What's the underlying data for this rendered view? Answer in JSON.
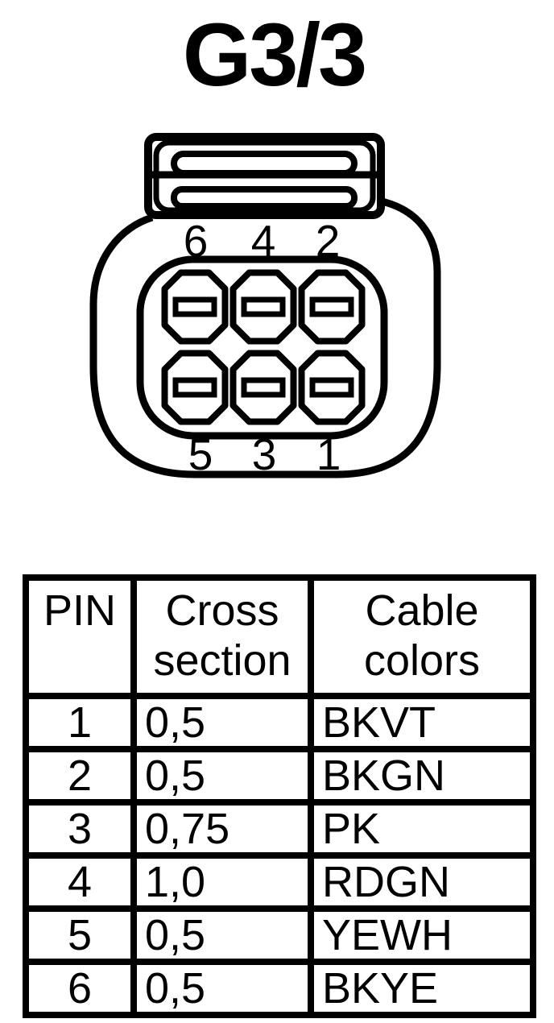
{
  "title": "G3/3",
  "colors": {
    "ink": "#000000",
    "background": "#ffffff"
  },
  "connector": {
    "name": "6-pin connector front view",
    "top_pin_labels": [
      "6",
      "4",
      "2"
    ],
    "bottom_pin_labels": [
      "5",
      "3",
      "1"
    ],
    "pin_count": 6
  },
  "table": {
    "headers": {
      "pin": "PIN",
      "cross_section": "Cross section",
      "cable_colors": "Cable colors"
    },
    "rows": [
      {
        "pin": "1",
        "cross_section": "0,5",
        "cable_colors": "BKVT"
      },
      {
        "pin": "2",
        "cross_section": "0,5",
        "cable_colors": "BKGN"
      },
      {
        "pin": "3",
        "cross_section": "0,75",
        "cable_colors": "PK"
      },
      {
        "pin": "4",
        "cross_section": "1,0",
        "cable_colors": "RDGN"
      },
      {
        "pin": "5",
        "cross_section": "0,5",
        "cable_colors": "YEWH"
      },
      {
        "pin": "6",
        "cross_section": "0,5",
        "cable_colors": "BKYE"
      }
    ]
  }
}
